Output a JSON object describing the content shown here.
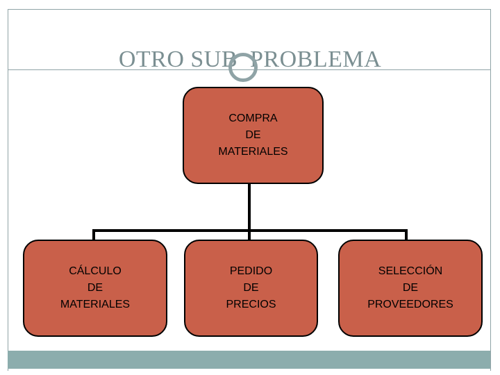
{
  "slide": {
    "title": "OTRO SUB  PROBLEMA",
    "background_color": "#ffffff",
    "frame_color": "#8fa3a6",
    "accent_color": "#8cadad",
    "node_fill_color": "#c9604a",
    "node_border_color": "#000000",
    "title_color": "#7b8f92"
  },
  "diagram": {
    "type": "org-chart",
    "root": {
      "label": "COMPRA\nDE\nMATERIALES",
      "fill": "#c9604a"
    },
    "children": [
      {
        "label": "CÁLCULO\nDE\nMATERIALES",
        "fill": "#c9604a"
      },
      {
        "label": "PEDIDO\nDE\nPRECIOS",
        "fill": "#c9604a"
      },
      {
        "label": "SELECCIÓN\nDE\nPROVEEDORES",
        "fill": "#c9604a"
      }
    ]
  },
  "decor": {
    "ring_icon": "circle-ring-icon",
    "footer_band": "accent-bar"
  }
}
